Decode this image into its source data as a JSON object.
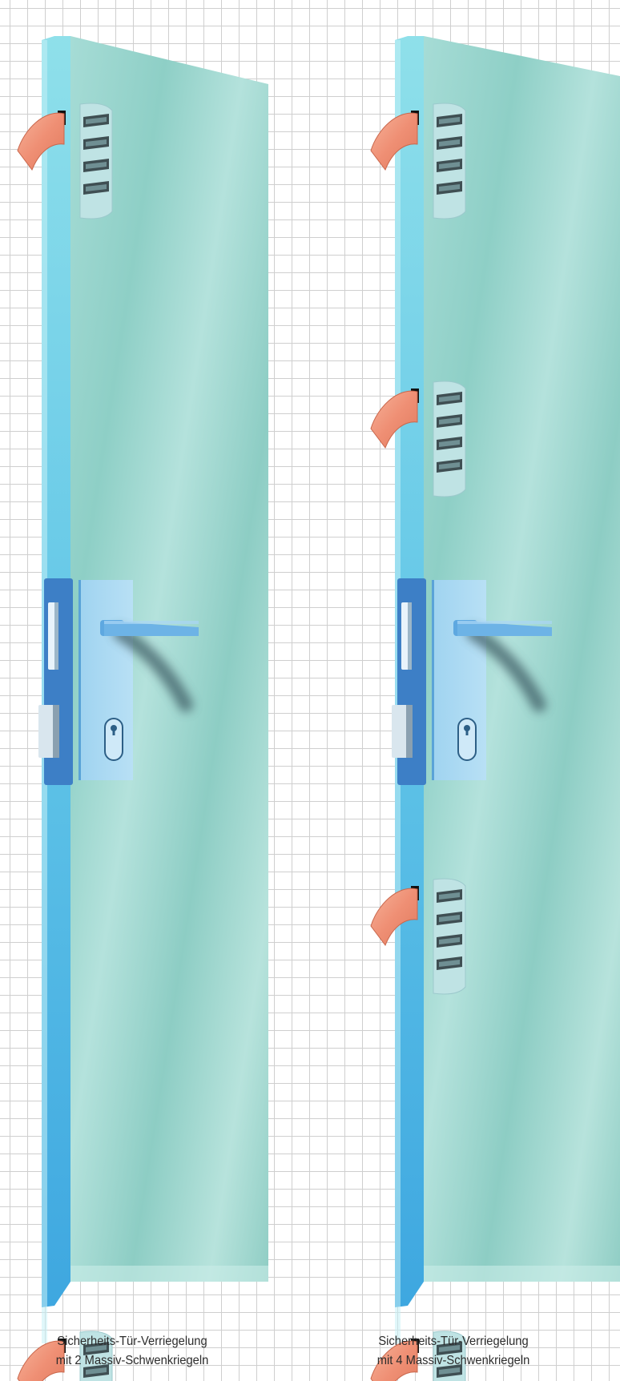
{
  "doors": [
    {
      "id": "door-2-bolts",
      "caption_line1": "Sicherheits-Tür-Verriegelung",
      "caption_line2": "mit 2 Massiv-Schwenkriegeln",
      "bolt_count": 2
    },
    {
      "id": "door-4-bolts",
      "caption_line1": "Sicherheits-Tür-Verriegelung",
      "caption_line2": "mit 4 Massiv-Schwenkriegeln",
      "bolt_count": 4
    }
  ],
  "colors": {
    "grid_line": "#cfcfcf",
    "door_face": "#a9dbd4",
    "door_edge": "#5cc4e6",
    "bolt": "#f19a7f",
    "lock_plate": "#8fc9ec",
    "handle": "#6db3e6"
  }
}
